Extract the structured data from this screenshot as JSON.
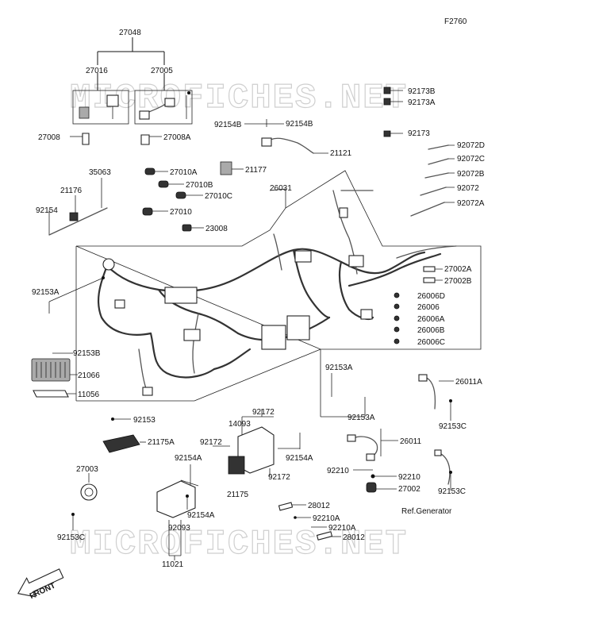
{
  "figure_code": "F2760",
  "watermark": "MICROFICHES.NET",
  "front_label": "FRONT",
  "ref_generator": "Ref.Generator",
  "labels": [
    {
      "id": "27048",
      "text": "27048"
    },
    {
      "id": "27016",
      "text": "27016"
    },
    {
      "id": "27005",
      "text": "27005"
    },
    {
      "id": "27008",
      "text": "27008"
    },
    {
      "id": "27008A",
      "text": "27008A"
    },
    {
      "id": "92173B",
      "text": "92173B"
    },
    {
      "id": "92173A",
      "text": "92173A"
    },
    {
      "id": "92154B-left",
      "text": "92154B"
    },
    {
      "id": "92154B-right",
      "text": "92154B"
    },
    {
      "id": "92173",
      "text": "92173"
    },
    {
      "id": "21121",
      "text": "21121"
    },
    {
      "id": "92072D",
      "text": "92072D"
    },
    {
      "id": "92072C",
      "text": "92072C"
    },
    {
      "id": "92072B",
      "text": "92072B"
    },
    {
      "id": "92072",
      "text": "92072"
    },
    {
      "id": "92072A",
      "text": "92072A"
    },
    {
      "id": "35063",
      "text": "35063"
    },
    {
      "id": "21176",
      "text": "21176"
    },
    {
      "id": "92154",
      "text": "92154"
    },
    {
      "id": "27010A",
      "text": "27010A"
    },
    {
      "id": "27010B",
      "text": "27010B"
    },
    {
      "id": "27010C",
      "text": "27010C"
    },
    {
      "id": "27010",
      "text": "27010"
    },
    {
      "id": "21177",
      "text": "21177"
    },
    {
      "id": "26031",
      "text": "26031"
    },
    {
      "id": "23008",
      "text": "23008"
    },
    {
      "id": "27002A",
      "text": "27002A"
    },
    {
      "id": "27002B",
      "text": "27002B"
    },
    {
      "id": "92153A-left",
      "text": "92153A"
    },
    {
      "id": "26006D",
      "text": "26006D"
    },
    {
      "id": "26006",
      "text": "26006"
    },
    {
      "id": "26006A",
      "text": "26006A"
    },
    {
      "id": "26006B",
      "text": "26006B"
    },
    {
      "id": "26006C",
      "text": "26006C"
    },
    {
      "id": "92153B",
      "text": "92153B"
    },
    {
      "id": "21066",
      "text": "21066"
    },
    {
      "id": "11056",
      "text": "11056"
    },
    {
      "id": "92153A-mid",
      "text": "92153A"
    },
    {
      "id": "26011A",
      "text": "26011A"
    },
    {
      "id": "92153A-low",
      "text": "92153A"
    },
    {
      "id": "92153C-right1",
      "text": "92153C"
    },
    {
      "id": "92153",
      "text": "92153"
    },
    {
      "id": "92172-top",
      "text": "92172"
    },
    {
      "id": "14093",
      "text": "14093"
    },
    {
      "id": "21175A",
      "text": "21175A"
    },
    {
      "id": "26011",
      "text": "26011"
    },
    {
      "id": "92172-left",
      "text": "92172"
    },
    {
      "id": "92154A-right",
      "text": "92154A"
    },
    {
      "id": "92154A-left",
      "text": "92154A"
    },
    {
      "id": "27003",
      "text": "27003"
    },
    {
      "id": "92172-low",
      "text": "92172"
    },
    {
      "id": "92210-right",
      "text": "92210"
    },
    {
      "id": "92210-left",
      "text": "92210"
    },
    {
      "id": "27002",
      "text": "27002"
    },
    {
      "id": "21175",
      "text": "21175"
    },
    {
      "id": "92153C-right2",
      "text": "92153C"
    },
    {
      "id": "28012-top",
      "text": "28012"
    },
    {
      "id": "92154A-low",
      "text": "92154A"
    },
    {
      "id": "92210A-top",
      "text": "92210A"
    },
    {
      "id": "92093",
      "text": "92093"
    },
    {
      "id": "92210A-low",
      "text": "92210A"
    },
    {
      "id": "92153C-left",
      "text": "92153C"
    },
    {
      "id": "28012-low",
      "text": "28012"
    },
    {
      "id": "11021",
      "text": "11021"
    }
  ]
}
